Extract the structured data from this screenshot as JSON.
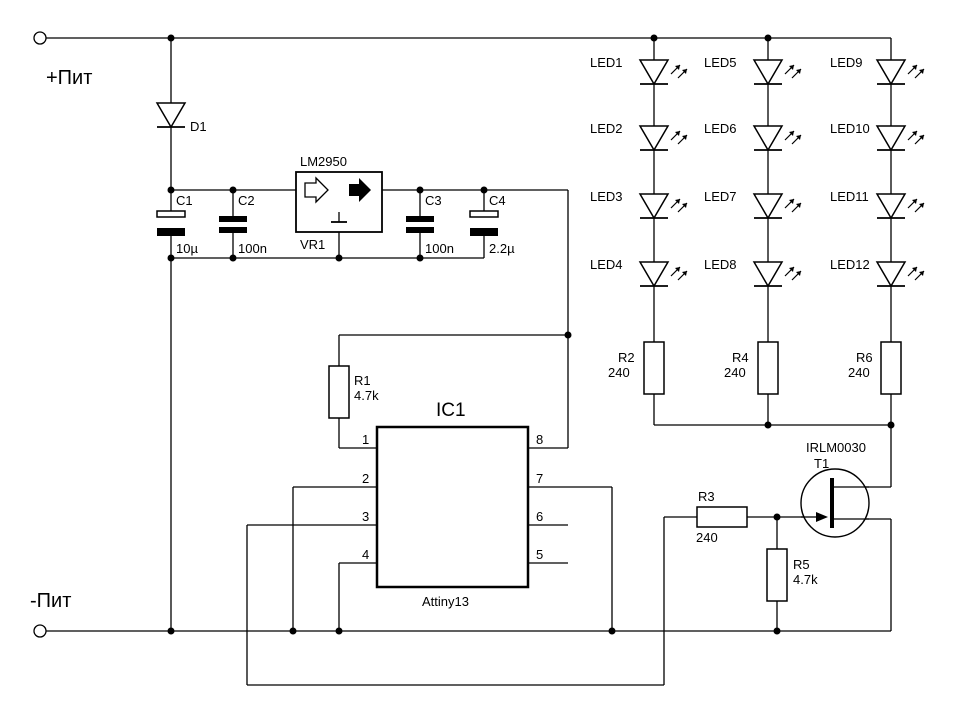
{
  "power": {
    "plus_label": "+Пит",
    "minus_label": "-Пит"
  },
  "diode": {
    "ref": "D1"
  },
  "caps": [
    {
      "ref": "C1",
      "value": "10µ"
    },
    {
      "ref": "C2",
      "value": "100n"
    },
    {
      "ref": "C3",
      "value": "100n"
    },
    {
      "ref": "C4",
      "value": "2.2µ"
    }
  ],
  "regulator": {
    "part": "LM2950",
    "ref": "VR1"
  },
  "mcu": {
    "ref": "IC1",
    "part": "Attiny13",
    "pins": [
      "1",
      "2",
      "3",
      "4",
      "5",
      "6",
      "7",
      "8"
    ]
  },
  "resistors": [
    {
      "ref": "R1",
      "value": "4.7k"
    },
    {
      "ref": "R2",
      "value": "240"
    },
    {
      "ref": "R3",
      "value": "240"
    },
    {
      "ref": "R4",
      "value": "240"
    },
    {
      "ref": "R5",
      "value": "4.7k"
    },
    {
      "ref": "R6",
      "value": "240"
    }
  ],
  "leds": [
    "LED1",
    "LED2",
    "LED3",
    "LED4",
    "LED5",
    "LED6",
    "LED7",
    "LED8",
    "LED9",
    "LED10",
    "LED11",
    "LED12"
  ],
  "transistor": {
    "part": "IRLM0030",
    "ref": "T1"
  }
}
